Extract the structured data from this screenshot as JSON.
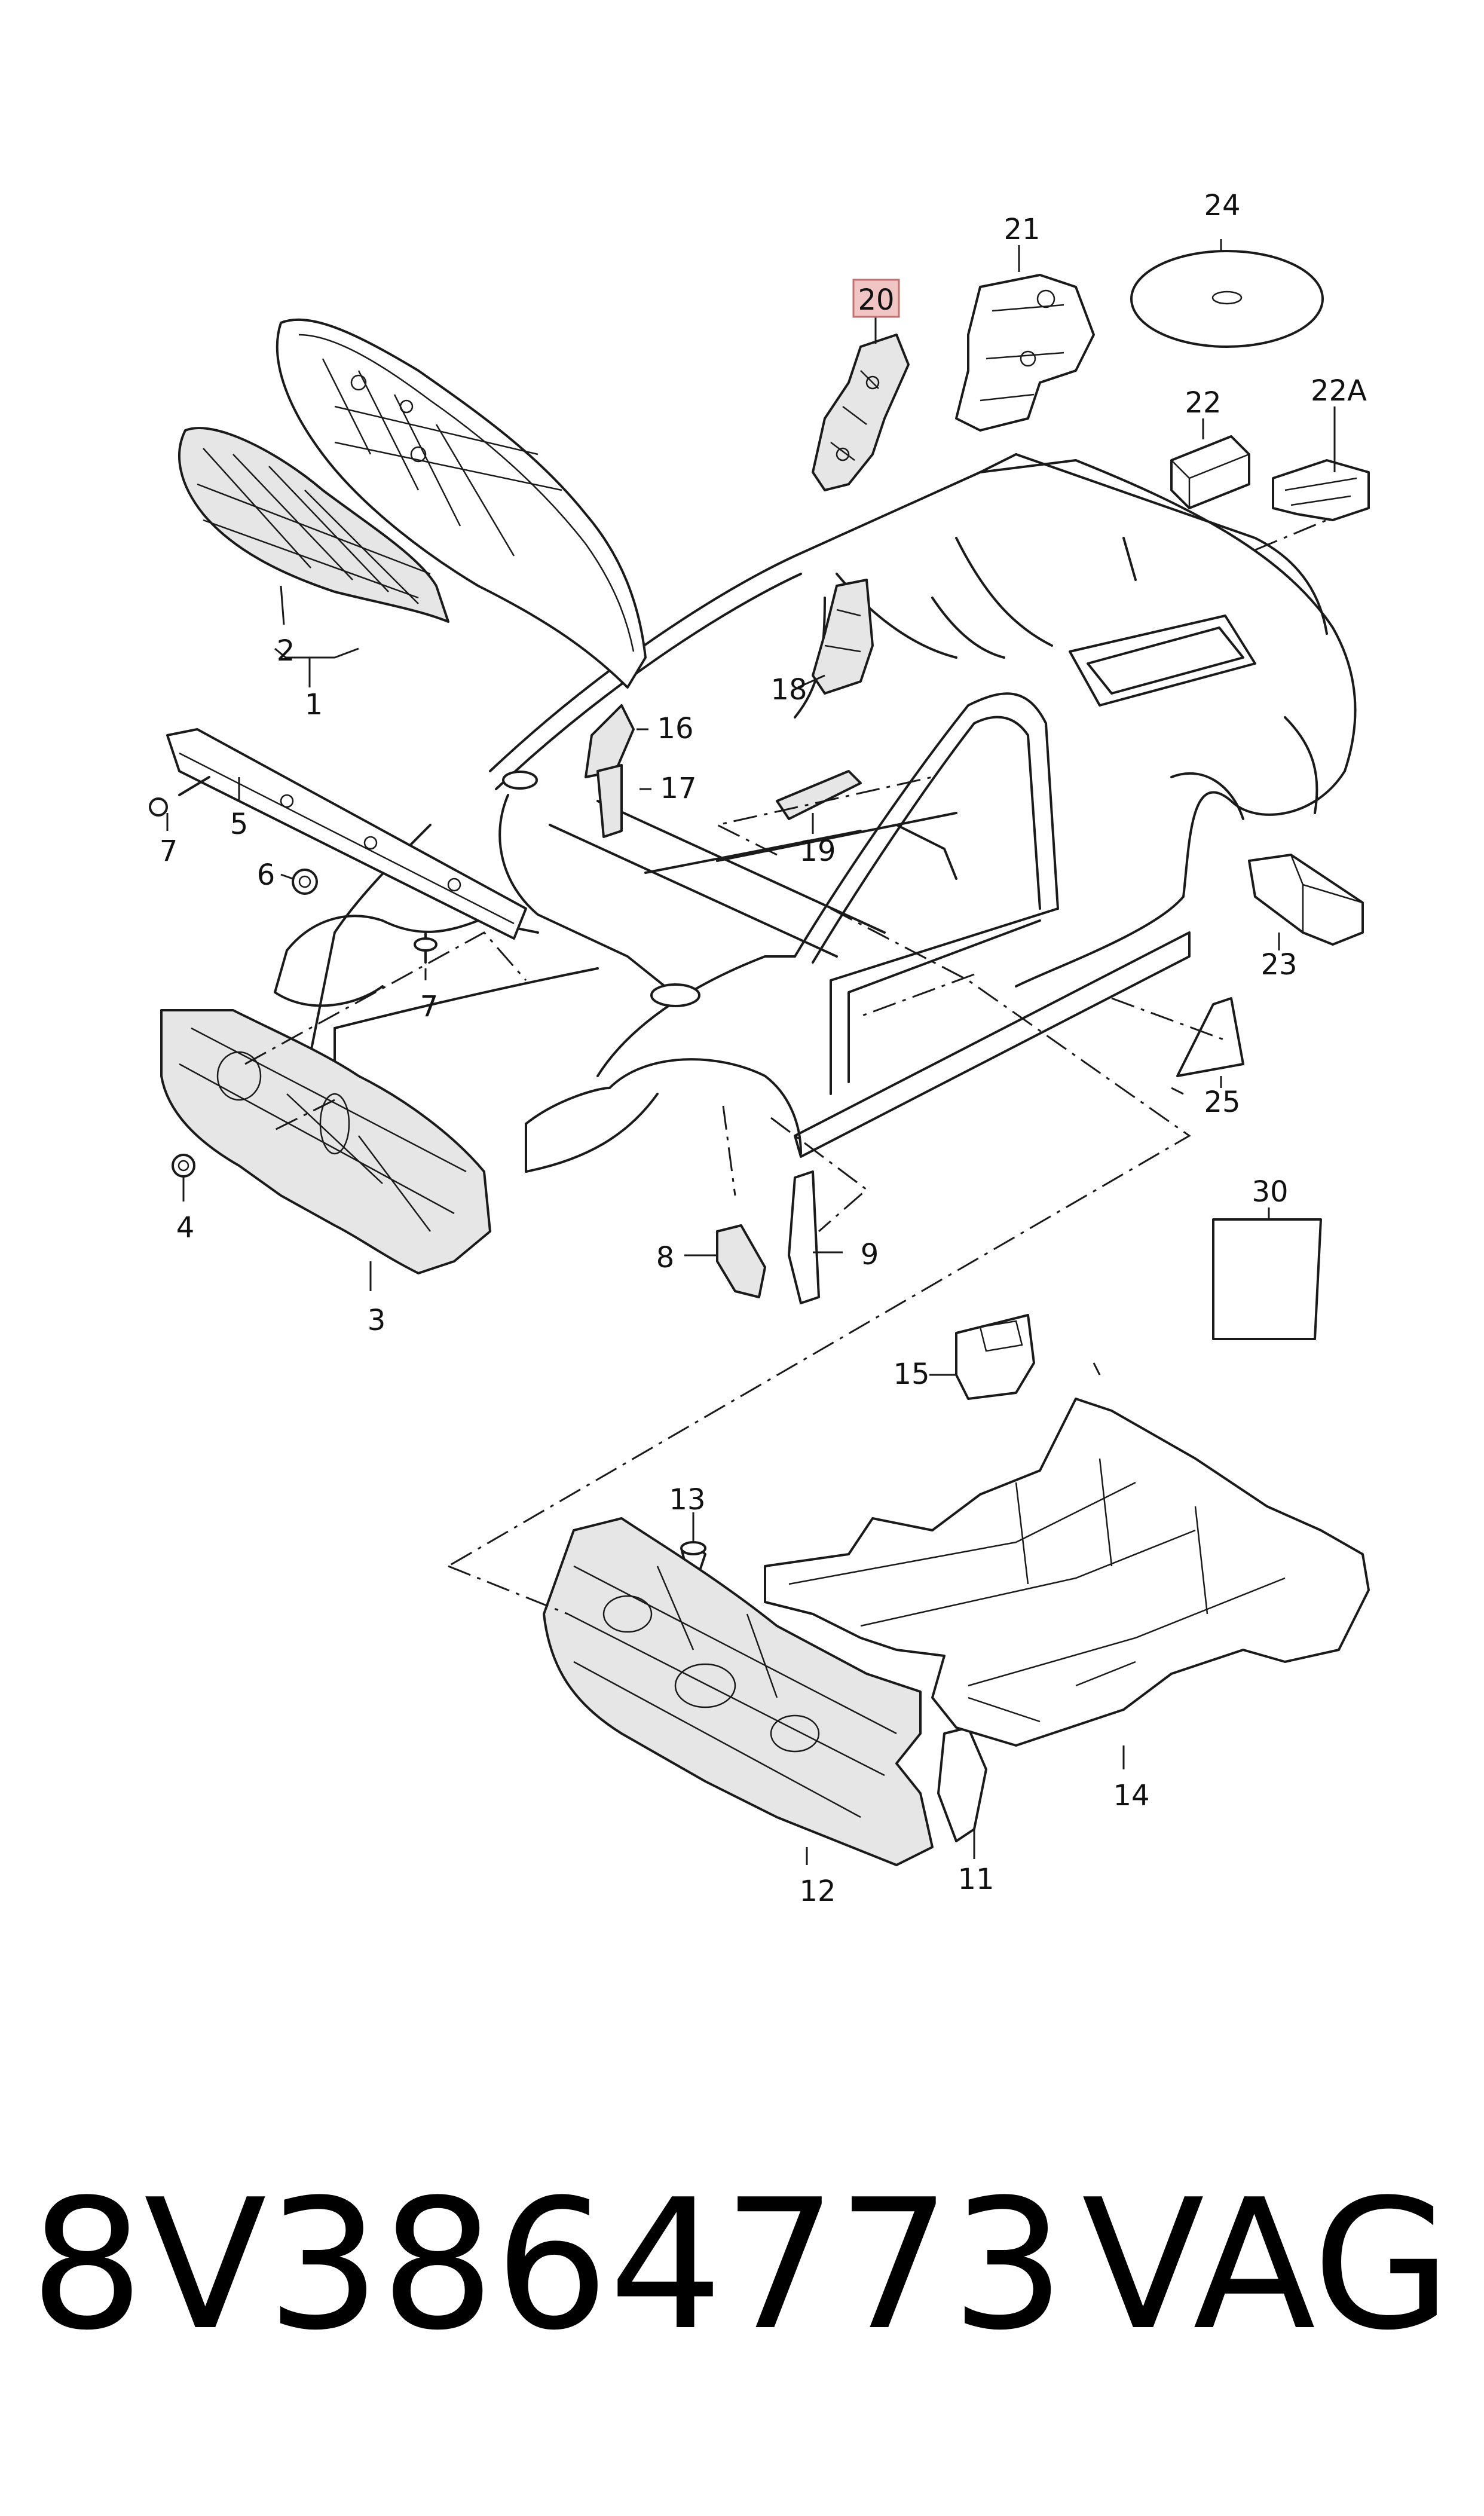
{
  "diagram": {
    "highlighted_callout": "20",
    "highlight_color": "#f2c5c5",
    "callouts": {
      "c1": "1",
      "c2": "2",
      "c3": "3",
      "c4": "4",
      "c5": "5",
      "c6": "6",
      "c7a": "7",
      "c7b": "7",
      "c8": "8",
      "c9": "9",
      "c11": "11",
      "c12": "12",
      "c13": "13",
      "c14": "14",
      "c15": "15",
      "c16": "16",
      "c17": "17",
      "c18": "18",
      "c19": "19",
      "c20": "20",
      "c21": "21",
      "c22": "22",
      "c22a": "22A",
      "c23": "23",
      "c24": "24",
      "c25": "25",
      "c30": "30"
    }
  },
  "caption": {
    "part_number": "8V3864773",
    "brand": "VAG"
  }
}
